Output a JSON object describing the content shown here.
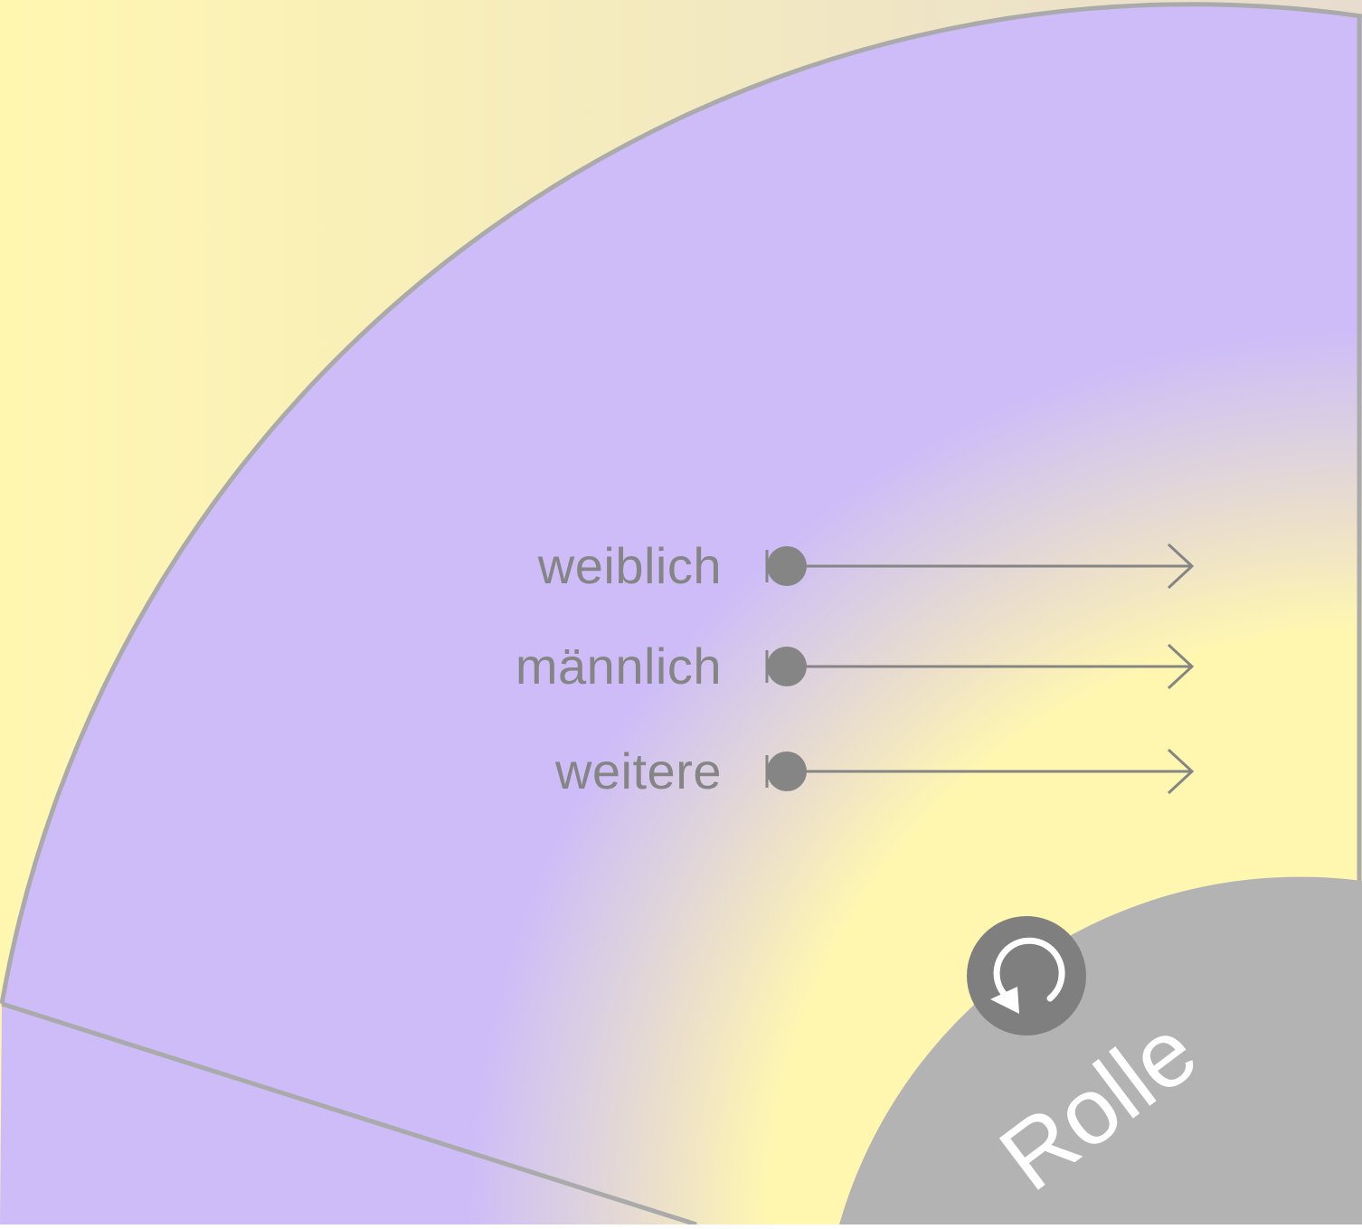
{
  "colors": {
    "background_left": "#fff7b0",
    "background_right": "#e7dccf",
    "sector_outer": "#cdbcf8",
    "sector_inner": "#fff7b0",
    "border": "#aaaaaa",
    "hub": "#b3b3b3",
    "control": "#858585",
    "hub_text": "#ffffff"
  },
  "sliders": [
    {
      "label": "weiblich",
      "value": 0
    },
    {
      "label": "männlich",
      "value": 0
    },
    {
      "label": "weitere",
      "value": 0
    }
  ],
  "hub": {
    "title": "Rolle"
  },
  "icons": {
    "reset": "rotate-ccw-icon"
  }
}
